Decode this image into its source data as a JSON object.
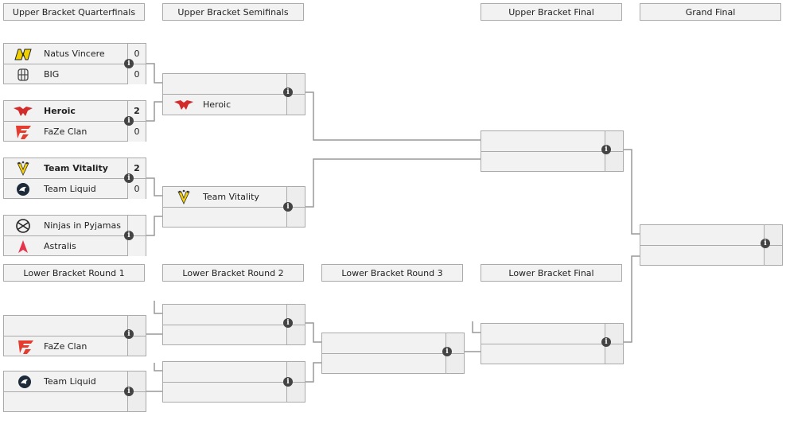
{
  "headers": {
    "ubqf": "Upper Bracket Quarterfinals",
    "ubsf": "Upper Bracket Semifinals",
    "ubf": "Upper Bracket Final",
    "gf": "Grand Final",
    "lbr1": "Lower Bracket Round 1",
    "lbr2": "Lower Bracket Round 2",
    "lbr3": "Lower Bracket Round 3",
    "lbf": "Lower Bracket Final"
  },
  "ubqf": [
    {
      "top": {
        "name": "Natus Vincere",
        "score": "0",
        "logo": "navi-logo-icon"
      },
      "bottom": {
        "name": "BIG",
        "score": "0",
        "logo": "big-logo-icon"
      }
    },
    {
      "top": {
        "name": "Heroic",
        "score": "2",
        "logo": "heroic-logo-icon",
        "winner": true
      },
      "bottom": {
        "name": "FaZe Clan",
        "score": "0",
        "logo": "faze-logo-icon"
      }
    },
    {
      "top": {
        "name": "Team Vitality",
        "score": "2",
        "logo": "vitality-logo-icon",
        "winner": true
      },
      "bottom": {
        "name": "Team Liquid",
        "score": "0",
        "logo": "liquid-logo-icon"
      }
    },
    {
      "top": {
        "name": "Ninjas in Pyjamas",
        "score": "",
        "logo": "nip-logo-icon"
      },
      "bottom": {
        "name": "Astralis",
        "score": "",
        "logo": "astralis-logo-icon"
      }
    }
  ],
  "ubsf": [
    {
      "top": {
        "name": ""
      },
      "bottom": {
        "name": "Heroic",
        "logo": "heroic-logo-icon"
      }
    },
    {
      "top": {
        "name": "Team Vitality",
        "logo": "vitality-logo-icon"
      },
      "bottom": {
        "name": ""
      }
    }
  ],
  "lbr1": [
    {
      "top": {
        "name": ""
      },
      "bottom": {
        "name": "FaZe Clan",
        "logo": "faze-logo-icon"
      }
    },
    {
      "top": {
        "name": "Team Liquid",
        "logo": "liquid-logo-icon"
      },
      "bottom": {
        "name": ""
      }
    }
  ],
  "info_symbol": "i",
  "colors": {
    "header_bg": "#f2f2f2",
    "border": "#aaaaaa",
    "line": "#999999",
    "info_bg": "#444444",
    "heroic_red": "#d22b2b",
    "faze_red": "#e43d30",
    "vitality_yellow": "#f5d010"
  }
}
